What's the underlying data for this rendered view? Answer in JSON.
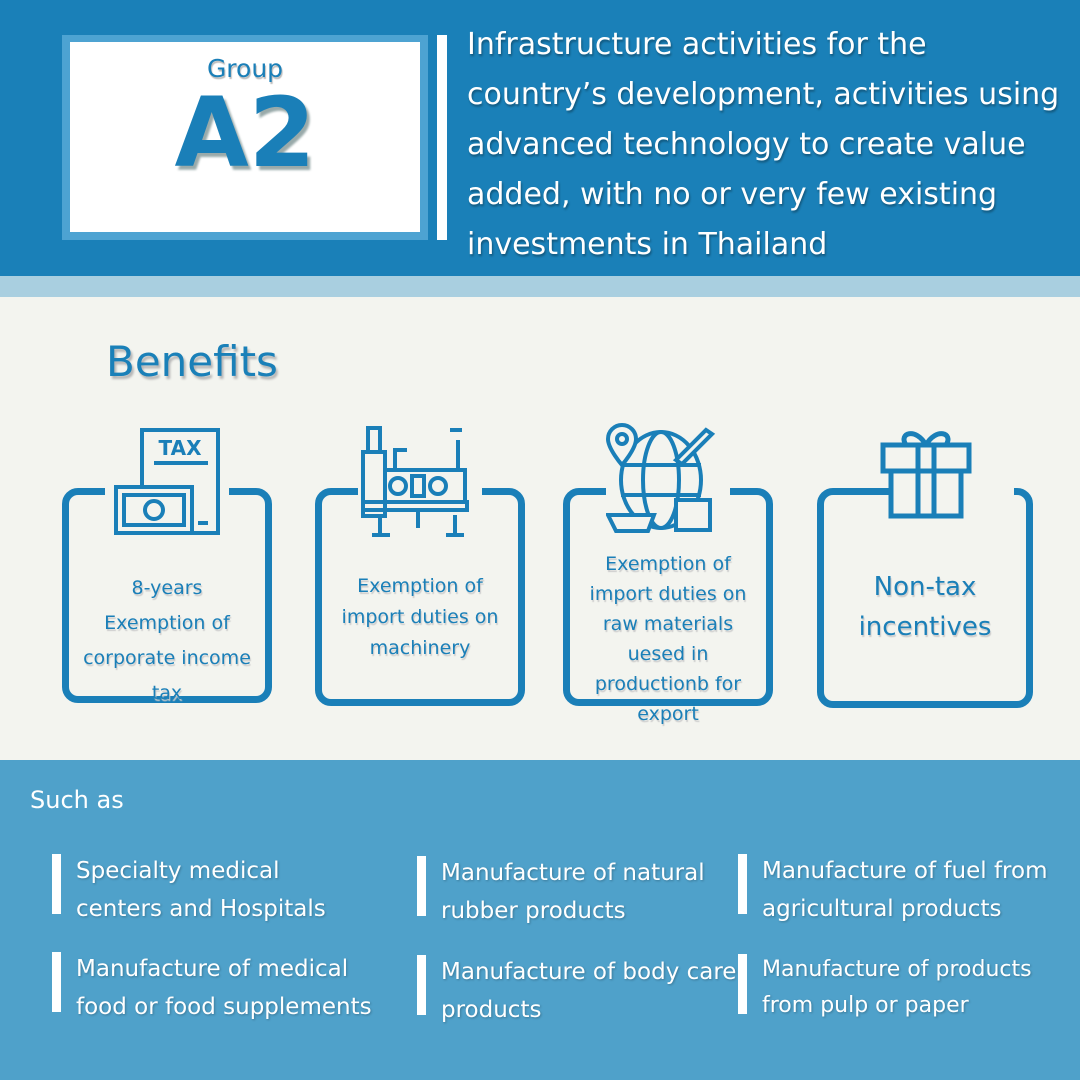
{
  "header": {
    "group_label": "Group",
    "group_code": "A2",
    "description": "Infrastructure activities  for the country’s development, activities using advanced technology to create value added, with no or very few existing investments in Thailand"
  },
  "benefits": {
    "title": "Benefits",
    "items": [
      {
        "icon": "tax-money-icon",
        "text": "8-years Exemption of corporate income tax"
      },
      {
        "icon": "machinery-icon",
        "text": "Exemption of import duties on machinery"
      },
      {
        "icon": "global-logistics-icon",
        "text": "Exemption of import duties on raw materials uesed in productionb for export"
      },
      {
        "icon": "gift-icon",
        "text": "Non-tax incentives"
      }
    ]
  },
  "examples": {
    "title": "Such as",
    "items": [
      "Specialty medical centers and Hospitals",
      "Manufacture of natural rubber products",
      "Manufacture of fuel from agricultural products",
      "Manufacture of medical food or food supplements",
      "Manufacture of body care products",
      "Manufacture of products from pulp or paper"
    ]
  },
  "colors": {
    "primary": "#1a80b8",
    "strip": "#a9cfe0",
    "background": "#f3f4ef",
    "bottom": "#4fa1ca"
  }
}
